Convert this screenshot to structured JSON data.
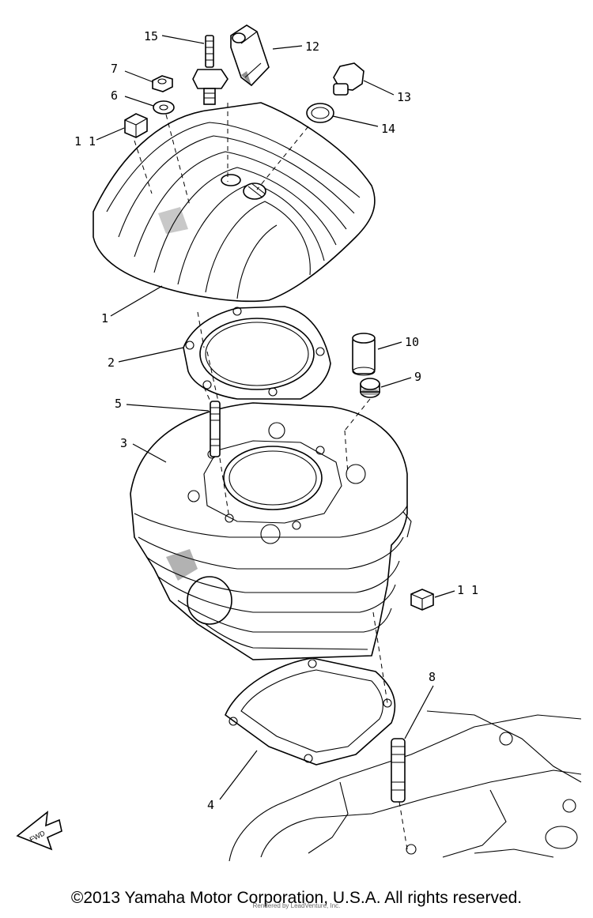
{
  "callouts": {
    "c1": "1",
    "c2": "2",
    "c3": "3",
    "c4": "4",
    "c5": "5",
    "c6": "6",
    "c7": "7",
    "c8": "8",
    "c9": "9",
    "c10": "10",
    "c11a": "1 1",
    "c11b": "1 1",
    "c12": "12",
    "c13": "13",
    "c14": "14",
    "c15": "15"
  },
  "fwd_label": "FWD",
  "copyright": "©2013 Yamaha Motor Corporation, U.S.A. All rights reserved.",
  "rendered_by": "Rendered by LeadVenture, Inc."
}
